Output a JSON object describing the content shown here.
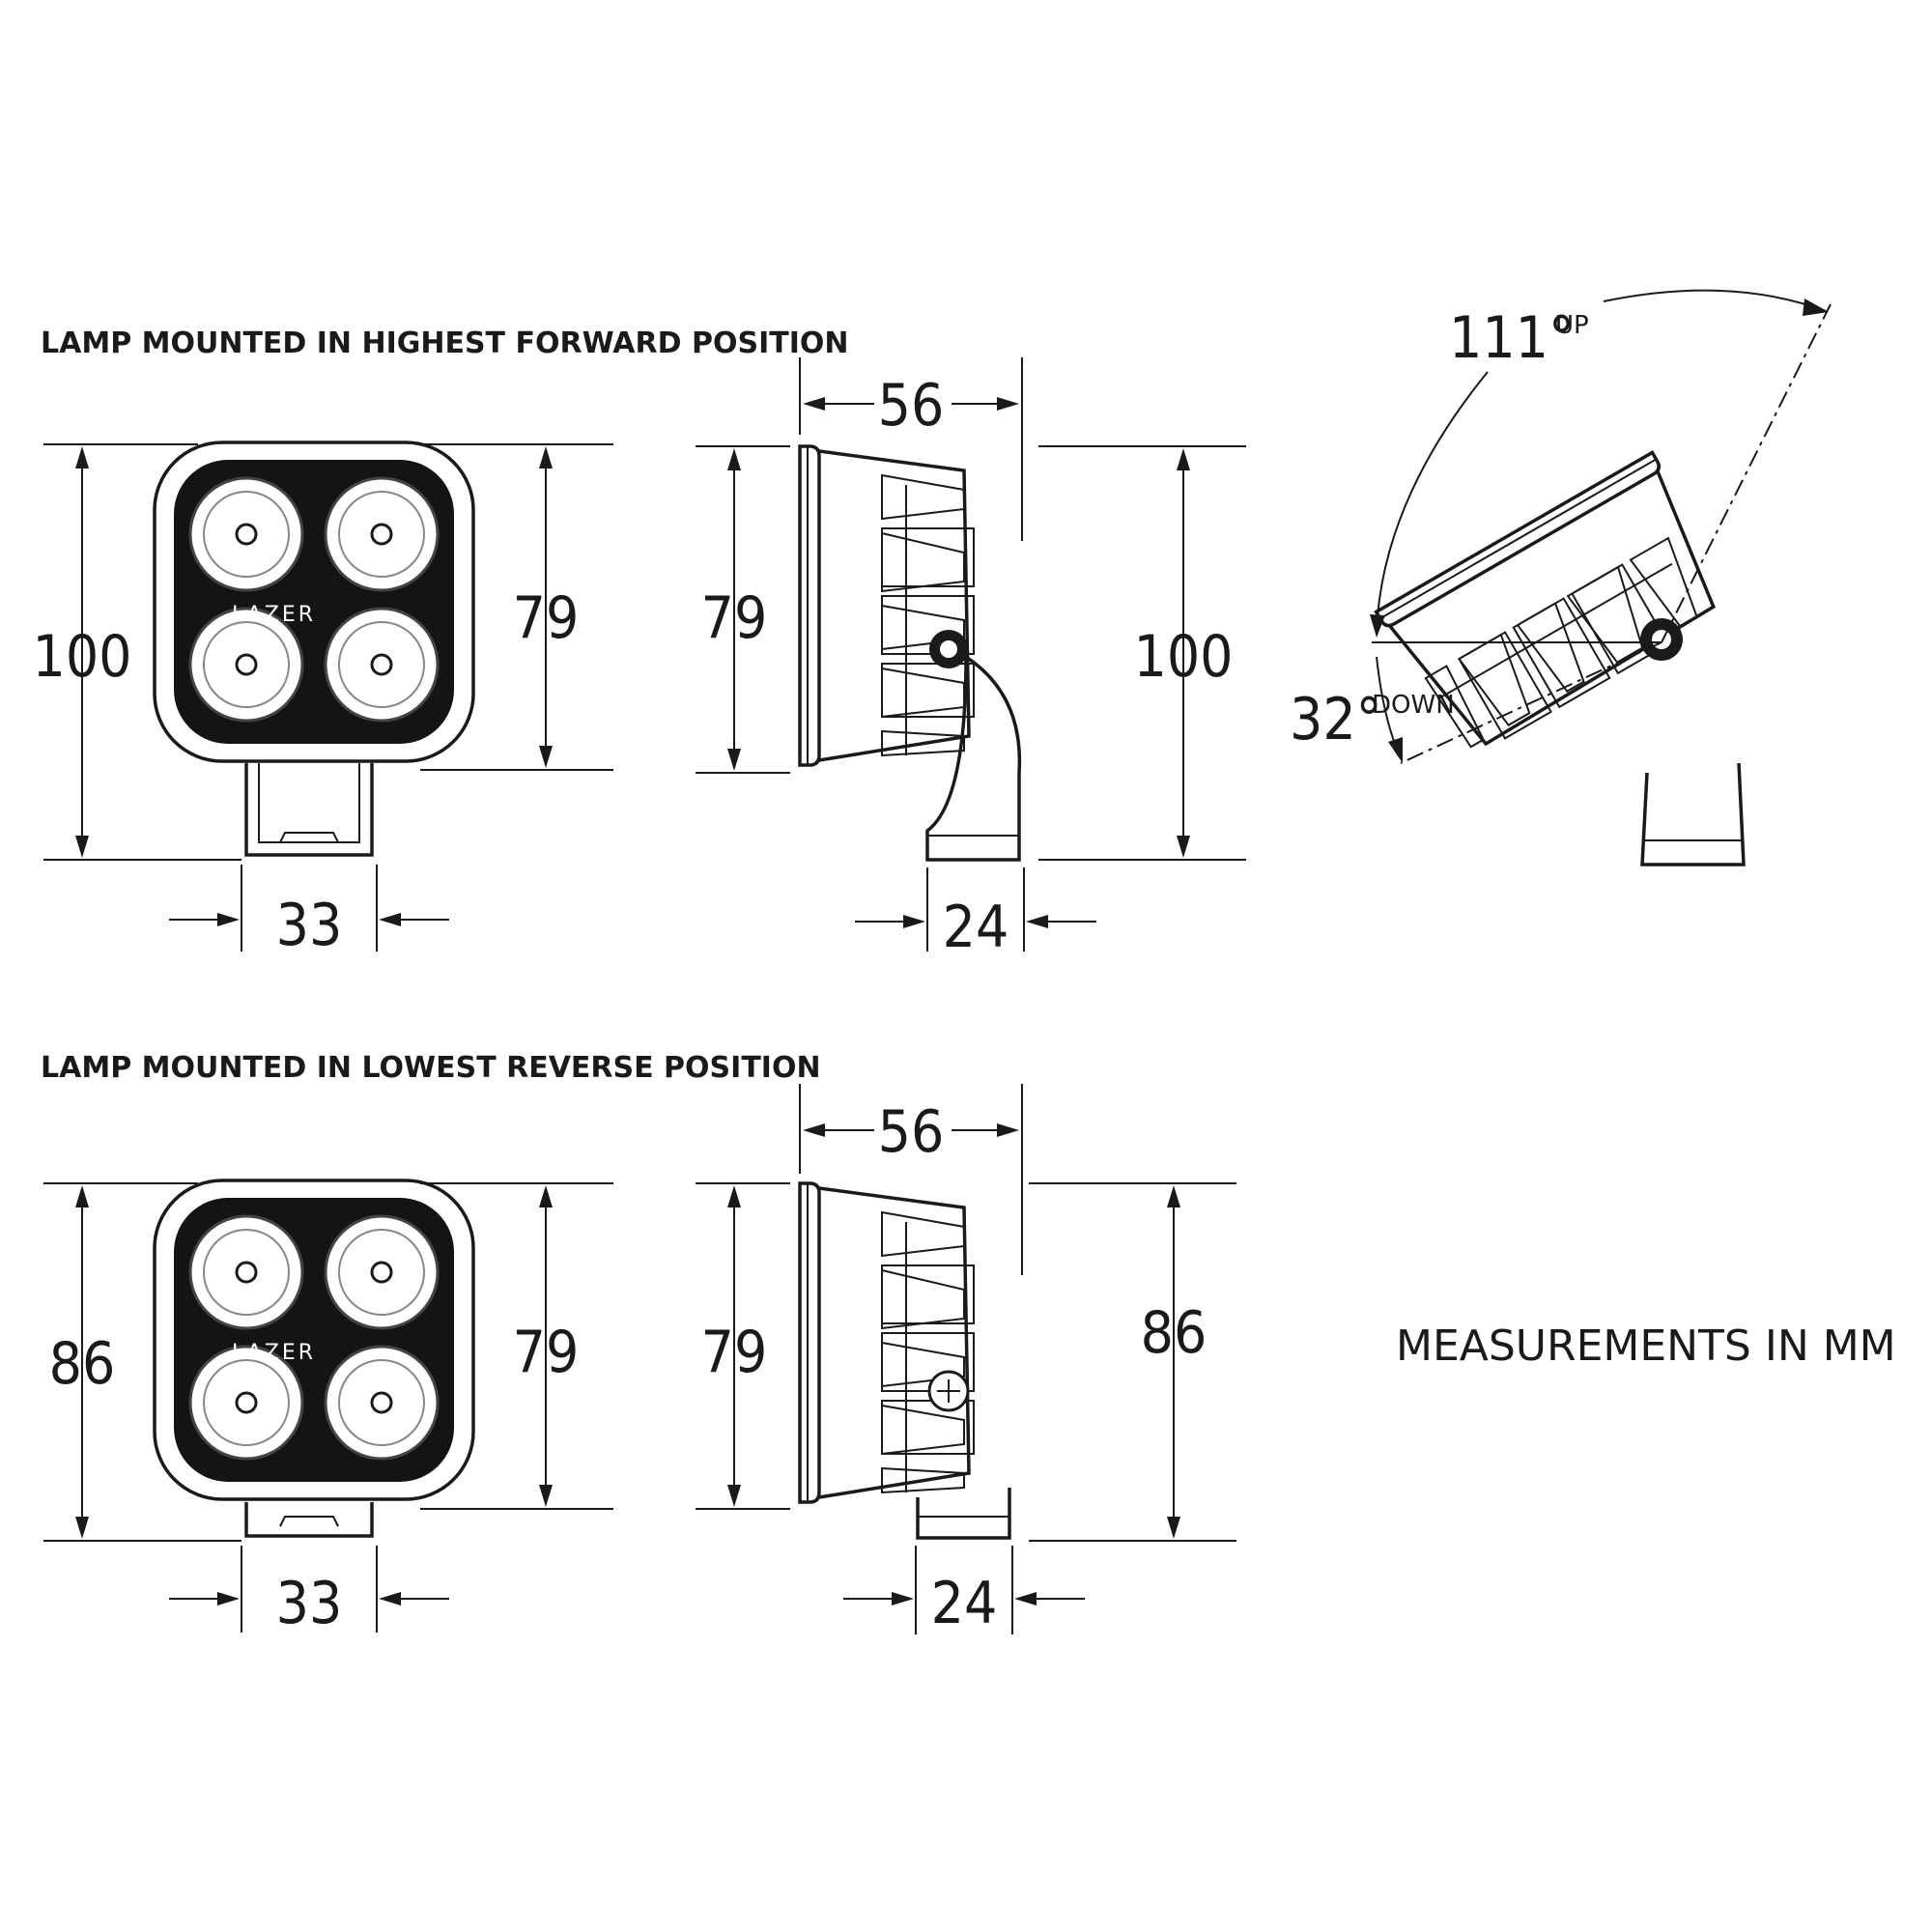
{
  "sections": {
    "top_title": "LAMP MOUNTED IN HIGHEST FORWARD POSITION",
    "bottom_title": "LAMP MOUNTED IN LOWEST REVERSE POSITION"
  },
  "top": {
    "front_overall_height": "100",
    "front_body_height": "79",
    "front_bracket_width": "33",
    "side_width": "56",
    "side_body_height": "79",
    "side_overall_height": "100",
    "side_bracket_width": "24"
  },
  "bottom": {
    "front_overall_height": "86",
    "front_body_height": "79",
    "front_bracket_width": "33",
    "side_width": "56",
    "side_body_height": "79",
    "side_overall_height": "86",
    "side_bracket_width": "24"
  },
  "tilt": {
    "up_value": "111°",
    "up_unit": "UP",
    "down_value": "32°",
    "down_unit": "DOWN"
  },
  "brand_logo": "LAZER",
  "note": "MEASUREMENTS IN MM",
  "colors": {
    "ink": "#1a1a1a",
    "background": "#ffffff"
  }
}
